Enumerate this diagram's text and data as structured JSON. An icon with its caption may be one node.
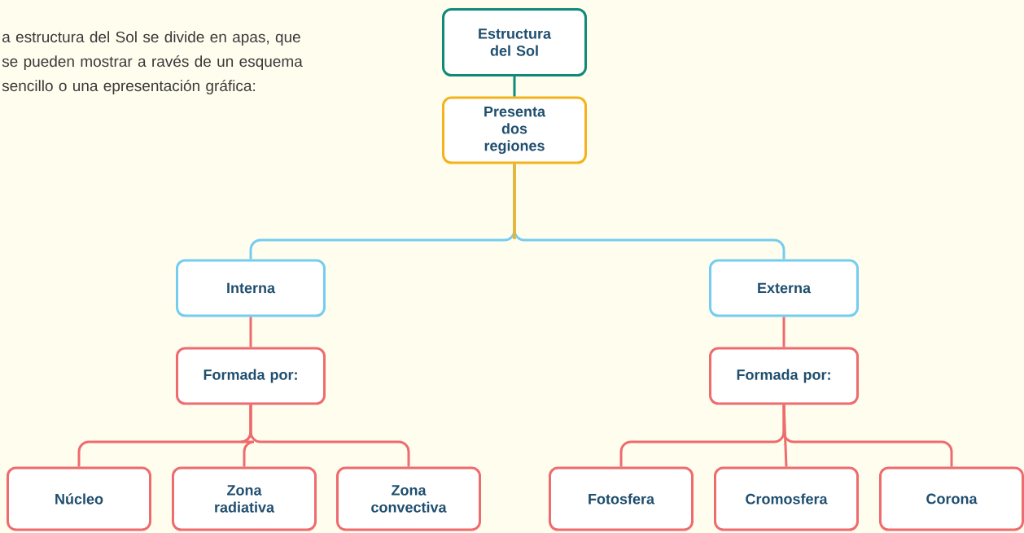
{
  "diagram": {
    "nodes": [
      {
        "text": [
          "Estructura del Sol"
        ]
      },
      {
        "text": [
          "Presenta dos regiones"
        ]
      },
      {
        "text": [
          "Interna"
        ]
      },
      {
        "text": [
          "Externa"
        ]
      },
      {
        "text": [
          "Formada por:"
        ]
      },
      {
        "text": [
          "Formada por:"
        ]
      },
      {
        "text": [
          "Núcleo"
        ]
      },
      {
        "text": [
          "Zona radiativa"
        ]
      },
      {
        "text": [
          "Zona convectiva"
        ]
      },
      {
        "text": [
          "Fotosfera"
        ]
      },
      {
        "text": [
          "Cromosfera"
        ]
      },
      {
        "text": [
          "Corona"
        ]
      }
    ],
    "edges": [
      {
        "from": 0,
        "to": 1,
        "arrow": "none",
        "color": "#0e8a78"
      },
      {
        "from": 1,
        "to": 2,
        "arrow": "none",
        "color": "#74cdf0"
      },
      {
        "from": 1,
        "to": 3,
        "arrow": "none",
        "color": "#74cdf0"
      },
      {
        "from": 2,
        "to": 4,
        "arrow": "none"
      },
      {
        "from": 3,
        "to": 5,
        "arrow": "none"
      },
      {
        "from": 4,
        "to": 6,
        "arrow": "none"
      },
      {
        "from": 4,
        "to": 7,
        "arrow": "none"
      },
      {
        "from": 4,
        "to": 8,
        "arrow": "none"
      },
      {
        "from": 5,
        "to": 9,
        "arrow": "none"
      },
      {
        "from": 5,
        "to": 10,
        "arrow": "none"
      },
      {
        "from": 5,
        "to": 11,
        "arrow": "none"
      }
    ],
    "labels": [
      "a estructura del Sol se divide en apas, que se pueden mostrar a ravés de un esquema sencillo o una epresentación gráfica:"
    ]
  }
}
